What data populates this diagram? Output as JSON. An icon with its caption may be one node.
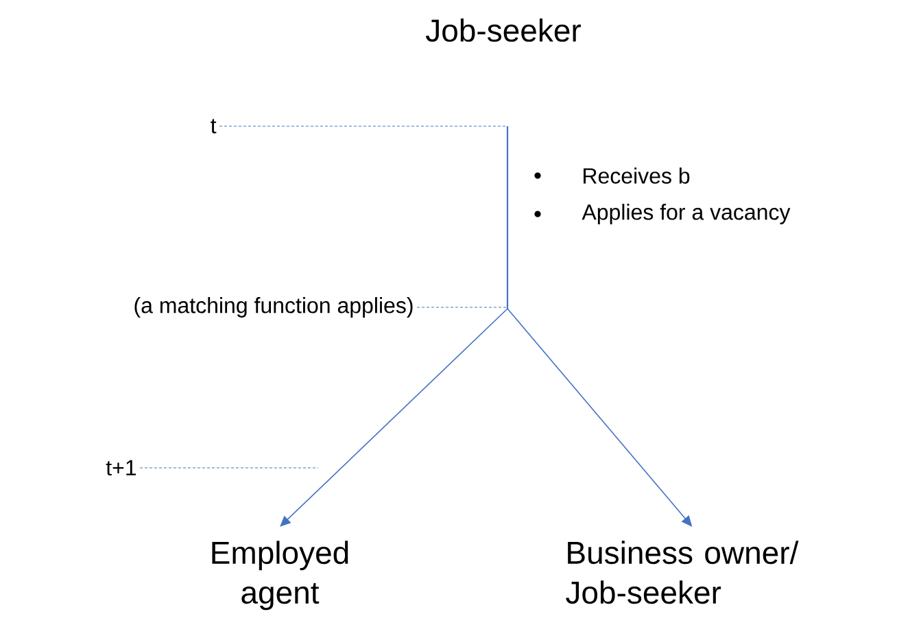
{
  "diagram": {
    "title": "Job-seeker",
    "nodes": [
      {
        "text": [
          "t"
        ]
      },
      {
        "text": [
          "(a matching function applies)"
        ]
      },
      {
        "text": [
          "t+1"
        ]
      },
      {
        "text": [
          "Employed agent"
        ]
      },
      {
        "text": [
          "Business owner/ Job-seeker"
        ]
      }
    ],
    "edges": [
      {
        "from": 0,
        "to": null,
        "arrow": "none",
        "style": "dashed"
      },
      {
        "from": 1,
        "to": null,
        "arrow": "none",
        "style": "dashed"
      },
      {
        "from": 2,
        "to": null,
        "arrow": "none",
        "style": "dashed"
      },
      {
        "from": null,
        "to": 3,
        "arrow": "to"
      },
      {
        "from": null,
        "to": 4,
        "arrow": "to"
      }
    ],
    "labels": [
      "Receives b",
      "Applies for a vacancy"
    ]
  }
}
